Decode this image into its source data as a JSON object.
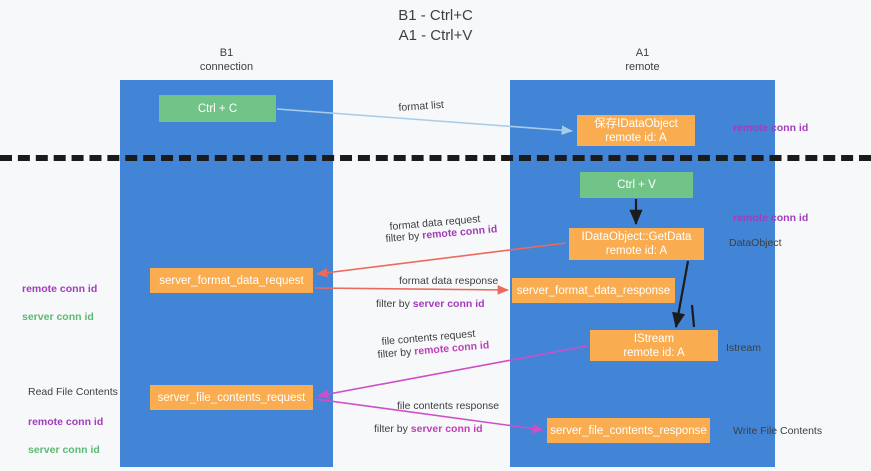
{
  "title": "B1 - Ctrl+C\nA1 - Ctrl+V",
  "lanes": [
    {
      "label": "B1\nconnection",
      "name": "lane-b1"
    },
    {
      "label": "A1\nremote",
      "name": "lane-a1"
    }
  ],
  "nodes": {
    "ctrl_c": "Ctrl + C",
    "data_object": "保存IDataObject\nremote id: A",
    "ctrl_v": "Ctrl + V",
    "get_data": "IDataObject::GetData\nremote id: A",
    "server_format_data_request": "server_format_data_request",
    "server_format_data_response": "server_format_data_response",
    "istream": "IStream\nremote id: A",
    "server_file_contents_request": "server_file_contents_request",
    "server_file_contents_response": "server_file_contents_response"
  },
  "edges": {
    "format_list": "format list",
    "format_data_request": "format data request",
    "format_data_request_filter_prefix": "filter by ",
    "format_data_request_filter_value": "remote conn id",
    "format_data_response": "format data response",
    "format_data_response_filter_prefix": "filter by ",
    "format_data_response_filter_value": "server conn id",
    "file_contents_request": "file contents request",
    "file_contents_request_filter_prefix": "filter by ",
    "file_contents_request_filter_value": "remote conn id",
    "file_contents_response": "file contents response",
    "file_contents_response_filter_prefix": "filter by ",
    "file_contents_response_filter_value": "server conn id"
  },
  "annotations": {
    "remote_conn_id_top": "remote conn id",
    "remote_conn_id_mid": "remote conn id",
    "data_object_label": "DataObject",
    "istream_label": "Istream",
    "write_file_contents": "Write File Contents",
    "read_file_contents": "Read File Contents",
    "remote_conn_id_left": "remote conn id",
    "server_conn_id_left": "server conn id",
    "remote_conn_id_left2": "remote conn id",
    "server_conn_id_left2": "server conn id"
  },
  "colors": {
    "lane": "#4285d6",
    "green_node": "#72c387",
    "orange_node": "#f9ad50",
    "purple": "#a33bbd",
    "green_text": "#5bb974",
    "divider": "#1b1b1b",
    "arrow_blue": "#a8cdea",
    "arrow_red": "#ec6a5c",
    "arrow_magenta": "#cf4ec7",
    "arrow_black": "#1b1b1b"
  }
}
